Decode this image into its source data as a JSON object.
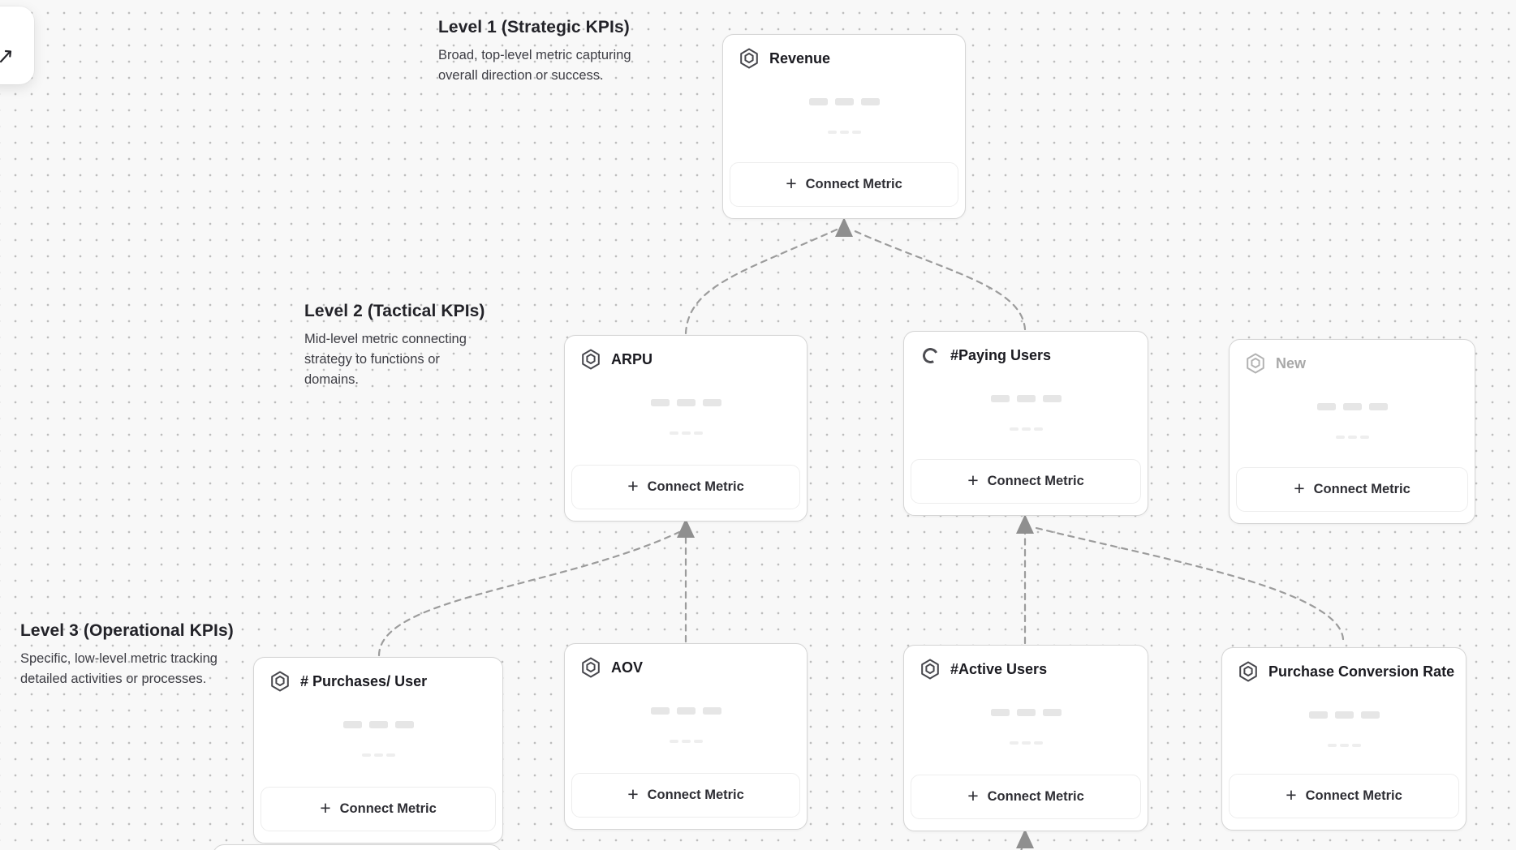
{
  "canvas": {
    "background_color": "#f8f8f8",
    "dot_color": "#bdbdbd"
  },
  "sections": [
    {
      "title": "Level 1 (Strategic KPIs)",
      "description": "Broad, top-level metric capturing overall direction or success."
    },
    {
      "title": "Level 2 (Tactical KPIs)",
      "description": "Mid-level metric connecting strategy to functions or domains."
    },
    {
      "title": "Level 3 (Operational KPIs)",
      "description": "Specific, low-level metric tracking detailed activities or processes."
    }
  ],
  "cards": [
    {
      "id": "revenue",
      "title": "Revenue",
      "icon": "hexagon-badge-icon",
      "level": 1,
      "state": "default"
    },
    {
      "id": "arpu",
      "title": "ARPU",
      "icon": "hexagon-badge-icon",
      "level": 2,
      "state": "default"
    },
    {
      "id": "paying-users",
      "title": "#Paying Users",
      "icon": "spinner-icon",
      "level": 2,
      "state": "loading"
    },
    {
      "id": "new",
      "title": "New",
      "icon": "hexagon-badge-icon",
      "level": 2,
      "state": "draft"
    },
    {
      "id": "purchases-per-user",
      "title": "# Purchases/ User",
      "icon": "hexagon-badge-icon",
      "level": 3,
      "state": "default"
    },
    {
      "id": "aov",
      "title": "AOV",
      "icon": "hexagon-badge-icon",
      "level": 3,
      "state": "default"
    },
    {
      "id": "active-users",
      "title": "#Active Users",
      "icon": "hexagon-badge-icon",
      "level": 3,
      "state": "default"
    },
    {
      "id": "purchase-conversion-rate",
      "title": "Purchase Conversion Rate",
      "icon": "hexagon-badge-icon",
      "level": 3,
      "state": "default"
    }
  ],
  "connections": [
    {
      "from": "arpu",
      "to": "revenue"
    },
    {
      "from": "paying-users",
      "to": "revenue"
    },
    {
      "from": "purchases-per-user",
      "to": "arpu"
    },
    {
      "from": "aov",
      "to": "arpu"
    },
    {
      "from": "active-users",
      "to": "paying-users"
    },
    {
      "from": "purchase-conversion-rate",
      "to": "paying-users"
    },
    {
      "from": "offscreen-below",
      "to": "active-users"
    }
  ],
  "buttons": {
    "connect_metric": "Connect Metric",
    "plus": "+"
  },
  "colors": {
    "card_border": "#d5d5d5",
    "connector": "#9c9c9c",
    "arrow": "#8f8f8f",
    "card_title": "#1b1b21",
    "draft_title": "#a8a8a8"
  }
}
